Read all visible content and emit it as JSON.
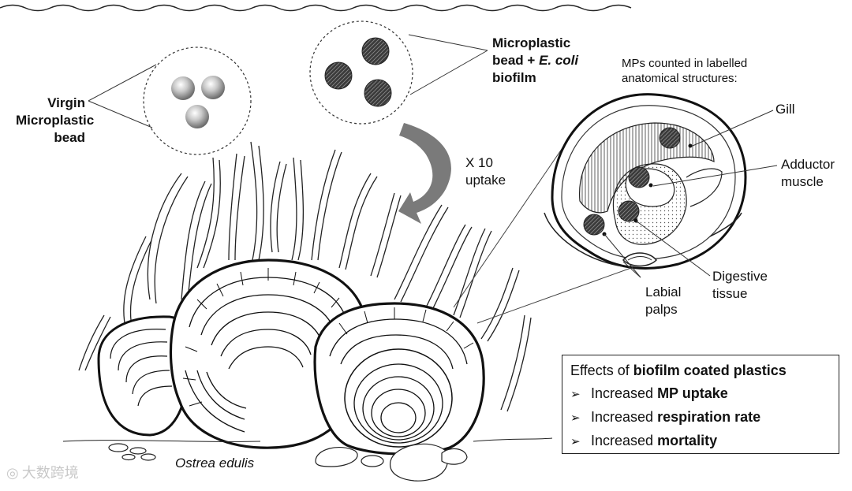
{
  "labels": {
    "virgin_bead": [
      "Virgin",
      "Microplastic",
      "bead"
    ],
    "biofilm_bead_line1": "Microplastic",
    "biofilm_bead_line2_a": "bead + ",
    "biofilm_bead_line2_b": "E. coli",
    "biofilm_bead_line3": "biofilm",
    "uptake_line1": "X 10",
    "uptake_line2": "uptake",
    "mps_counted": [
      "MPs counted in labelled",
      "anatomical structures:"
    ],
    "gill": "Gill",
    "adductor": [
      "Adductor",
      "muscle"
    ],
    "digestive": [
      "Digestive",
      "tissue"
    ],
    "labial": [
      "Labial",
      "palps"
    ],
    "species": "Ostrea edulis"
  },
  "effects": {
    "title_plain": "Effects of ",
    "title_bold": "biofilm coated plastics",
    "items": [
      {
        "plain": "Increased ",
        "bold": "MP uptake"
      },
      {
        "plain": "Increased ",
        "bold": "respiration rate"
      },
      {
        "plain": "Increased ",
        "bold": "mortality"
      }
    ],
    "bullet_glyph": "➢"
  },
  "watermark": "大数跨境",
  "colors": {
    "line": "#111111",
    "arrow": "#777777",
    "bead_dark": "#3a3a3a",
    "bead_light": "#c9c9c9"
  }
}
